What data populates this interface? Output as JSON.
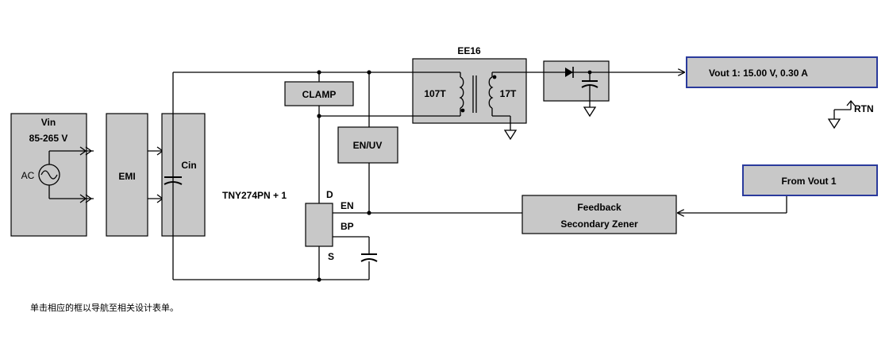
{
  "blocks": {
    "vin": {
      "title": "Vin",
      "range": "85-265 V",
      "ac": "AC"
    },
    "emi": "EMI",
    "cin": "Cin",
    "clamp": "CLAMP",
    "en_uv": "EN/UV",
    "transformer": {
      "title": "EE16",
      "primary": "107T",
      "secondary": "17T"
    },
    "controller": {
      "part": "TNY274PN + 1",
      "pin_d": "D",
      "pin_en": "EN",
      "pin_bp": "BP",
      "pin_s": "S"
    },
    "feedback": {
      "line1": "Feedback",
      "line2": "Secondary Zener"
    },
    "vout": "Vout 1:  15.00 V,  0.30 A",
    "rtn": "RTN",
    "from_vout": "From Vout 1"
  },
  "footer_note": "单击相应的框以导航至相关设计表单。"
}
